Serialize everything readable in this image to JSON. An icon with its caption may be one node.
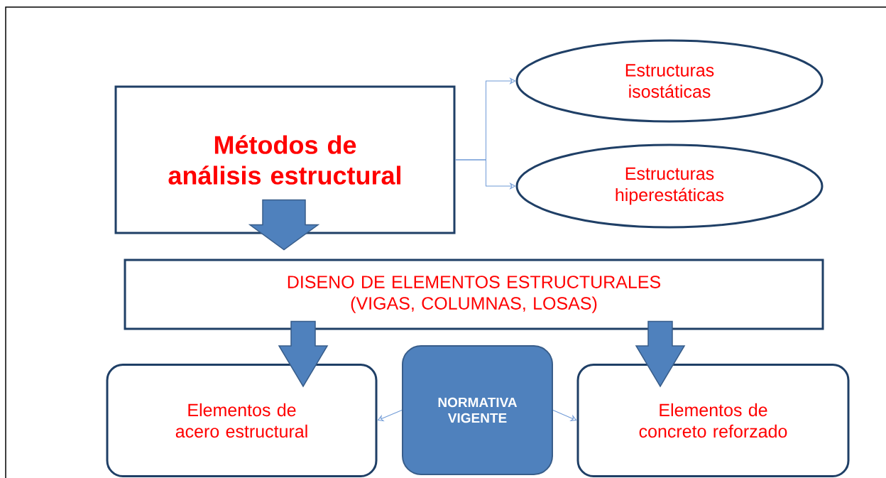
{
  "diagram": {
    "nodes": [
      {
        "text": [
          "Métodos de análisis estructural"
        ]
      },
      {
        "text": [
          "Estructuras isostáticas"
        ]
      },
      {
        "text": [
          "Estructuras hiperestáticas"
        ]
      },
      {
        "text": [
          "DISENO DE ELEMENTOS ESTRUCTURALES (VIGAS, COLUMNAS, LOSAS)"
        ]
      },
      {
        "text": [
          "Elementos de acero estructural"
        ]
      },
      {
        "text": [
          "NORMATIVA VIGENTE"
        ]
      },
      {
        "text": [
          "Elementos de concreto reforzado"
        ]
      }
    ],
    "edges": [
      {
        "from": 0,
        "to": 1,
        "arrow": "to"
      },
      {
        "from": 0,
        "to": 2,
        "arrow": "to"
      },
      {
        "from": 0,
        "to": 3,
        "arrow": "to",
        "style": "thick"
      },
      {
        "from": 3,
        "to": 4,
        "arrow": "to",
        "style": "thick"
      },
      {
        "from": 3,
        "to": 6,
        "arrow": "to",
        "style": "thick"
      },
      {
        "from": 5,
        "to": 4,
        "arrow": "to"
      },
      {
        "from": 5,
        "to": 6,
        "arrow": "to"
      }
    ]
  }
}
